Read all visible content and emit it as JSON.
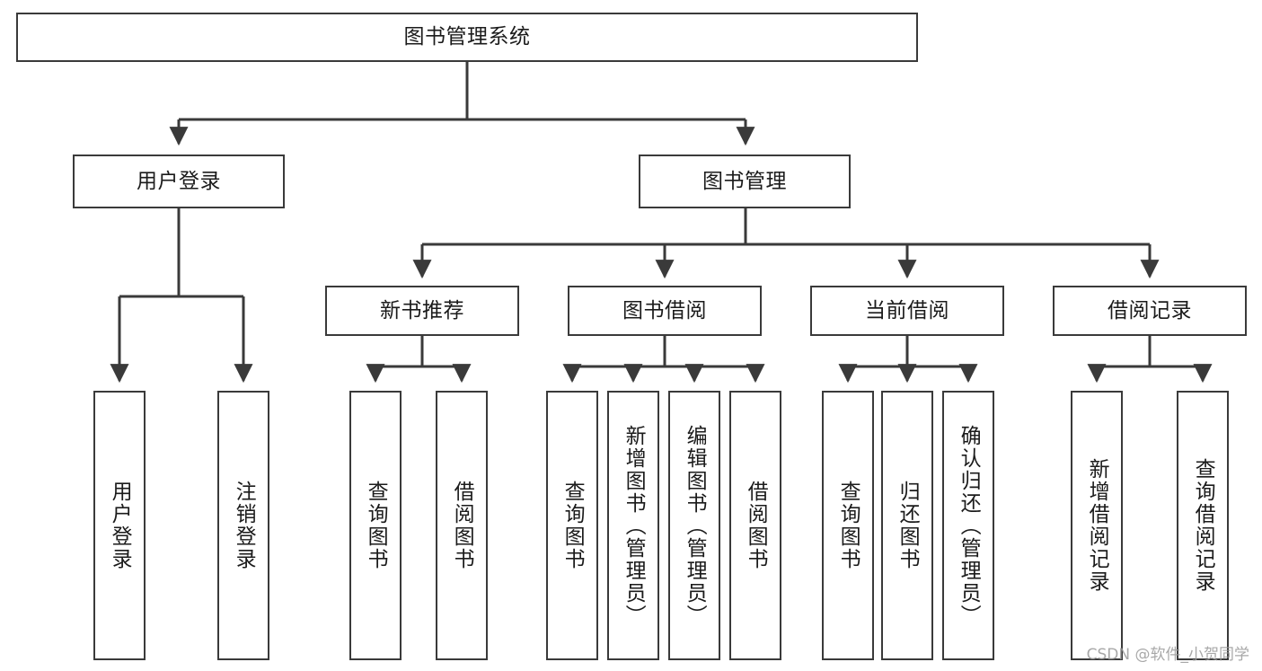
{
  "diagram": {
    "type": "tree-hierarchy-functional-decomposition",
    "orientation": "top-down",
    "colors": {
      "box_border": "#3a3a3a",
      "box_fill": "#ffffff",
      "edge": "#3a3a3a",
      "text": "#1b1b1b",
      "watermark": "#9a9a9a",
      "background": "#ffffff"
    },
    "root": {
      "label": "图书管理系统"
    },
    "level2": [
      {
        "label": "用户登录"
      },
      {
        "label": "图书管理"
      }
    ],
    "level3": [
      {
        "label": "新书推荐"
      },
      {
        "label": "图书借阅"
      },
      {
        "label": "当前借阅"
      },
      {
        "label": "借阅记录"
      }
    ],
    "leaves": {
      "user_login": [
        {
          "label": "用户登录"
        },
        {
          "label": "注销登录"
        }
      ],
      "new_book_recommend": [
        {
          "label": "查询图书"
        },
        {
          "label": "借阅图书"
        }
      ],
      "book_borrow": [
        {
          "label": "查询图书"
        },
        {
          "label": "新增图书（管理员）"
        },
        {
          "label": "编辑图书（管理员）"
        },
        {
          "label": "借阅图书"
        }
      ],
      "current_borrow": [
        {
          "label": "查询图书"
        },
        {
          "label": "归还图书"
        },
        {
          "label": "确认归还（管理员）"
        }
      ],
      "borrow_record": [
        {
          "label": "新增借阅记录"
        },
        {
          "label": "查询借阅记录"
        }
      ]
    }
  },
  "watermark": {
    "text": "CSDN @软件_小贺同学"
  }
}
